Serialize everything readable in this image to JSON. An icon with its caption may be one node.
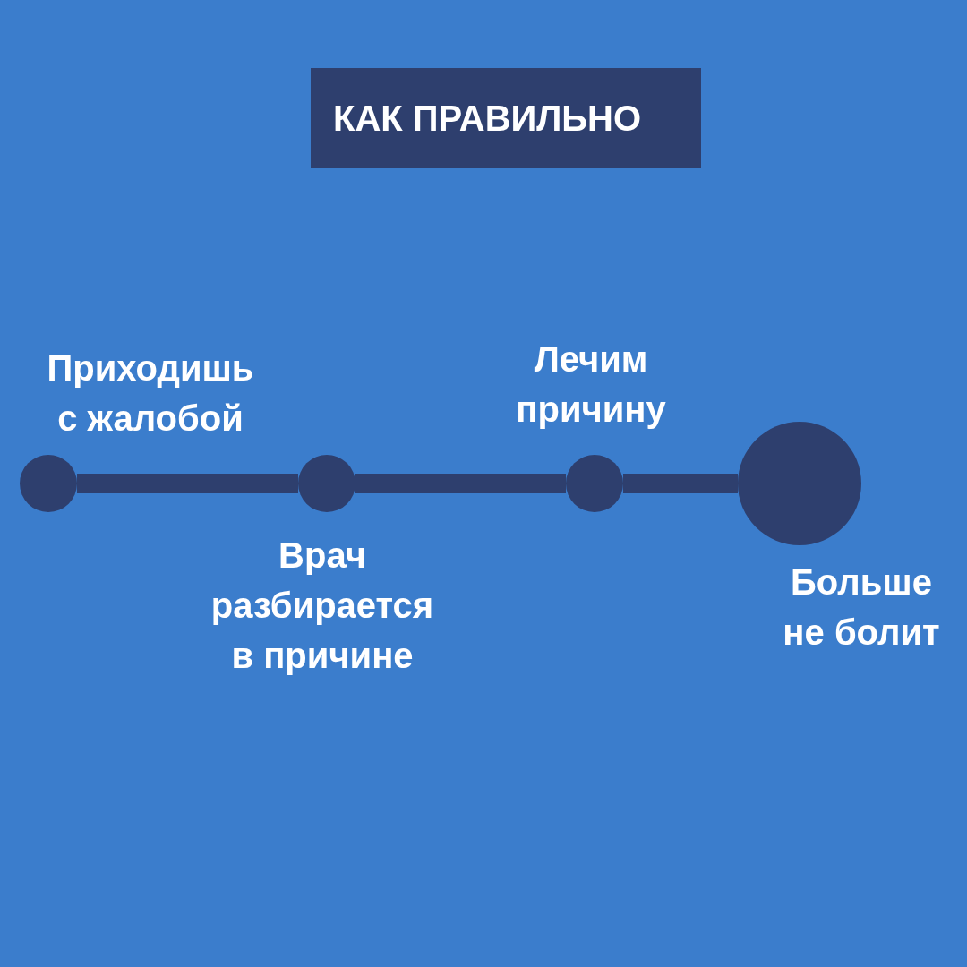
{
  "diagram": {
    "title": "КАК ПРАВИЛЬНО",
    "nodes": [
      {
        "text": [],
        "shape": "circle",
        "beside": [
          "Приходишь с жалобой"
        ]
      },
      {
        "text": [],
        "shape": "circle",
        "beside": [
          "Врач разбирается в причине"
        ]
      },
      {
        "text": [],
        "shape": "circle",
        "beside": [
          "Лечим причину"
        ]
      },
      {
        "text": [],
        "shape": "circle",
        "beside": [
          "Больше не болит"
        ]
      }
    ],
    "edges": [
      {
        "from": 0,
        "to": 1,
        "arrow": "none"
      },
      {
        "from": 1,
        "to": 2,
        "arrow": "none"
      },
      {
        "from": 2,
        "to": 3,
        "arrow": "none"
      }
    ]
  }
}
